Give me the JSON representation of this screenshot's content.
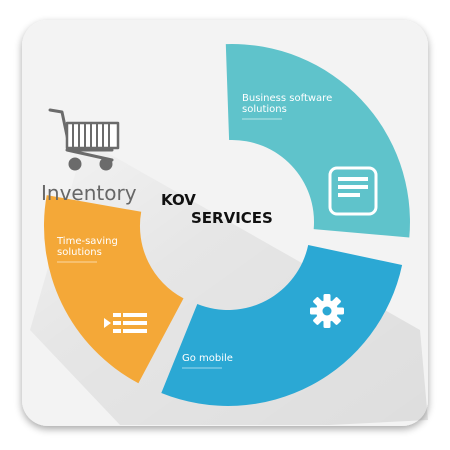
{
  "diagram": {
    "center_title_line1": "KOV",
    "center_title_line2": "SERVICES",
    "inventory_label": "Inventory",
    "segments": [
      {
        "id": "business",
        "label": "Business software solutions",
        "color": "#5fc3cb",
        "icon": "document-icon"
      },
      {
        "id": "gomobile",
        "label": "Go mobile",
        "color": "#2ba8d4",
        "icon": "gear-icon"
      },
      {
        "id": "timesaving",
        "label": "Time-saving solutions",
        "color": "#f4a838",
        "icon": "list-icon"
      }
    ],
    "inventory_icon": "shopping-cart-icon",
    "card_background": "#f3f3f3"
  }
}
